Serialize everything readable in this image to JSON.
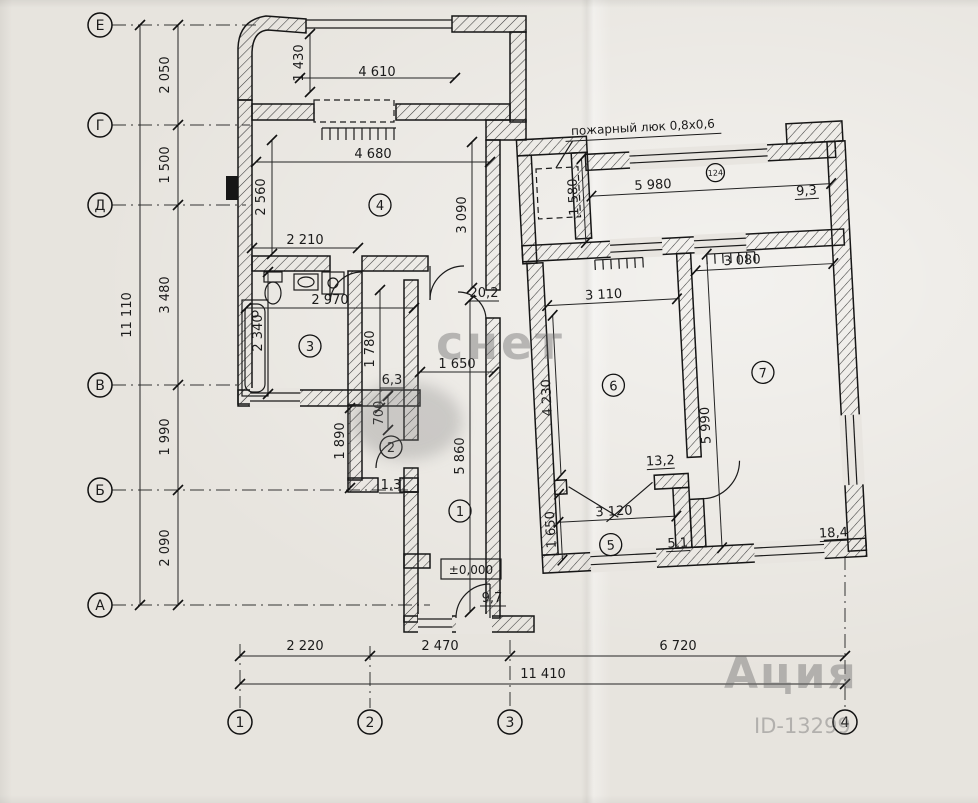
{
  "watermarks": {
    "center": "снет",
    "corner": "Ация",
    "id_text": "ID-13299"
  },
  "axes": {
    "rows": [
      "Е",
      "Г",
      "Д",
      "В",
      "Б",
      "А"
    ],
    "cols": [
      "1",
      "2",
      "3",
      "4"
    ]
  },
  "dims": {
    "left_overall": "11 110",
    "left_segs": [
      "2 050",
      "1 500",
      "3 480",
      "1 990",
      "2 090"
    ],
    "bottom_segs": [
      "2 220",
      "2 470",
      "6 720"
    ],
    "bottom_overall": "11 410"
  },
  "rooms": [
    "1",
    "2",
    "3",
    "4",
    "5",
    "6",
    "7"
  ],
  "plan": {
    "d4610": "4 610",
    "d1430": "1 430",
    "d4680": "4 680",
    "d2560": "2 560",
    "d3090": "3 090",
    "d2210": "2 210",
    "d2970": "2 970",
    "d2340": "2 340",
    "d1780": "1 780",
    "d1650a": "1 650",
    "d700": "700",
    "d5860": "5 860",
    "d1890": "1 890",
    "d3110": "3 110",
    "d4230": "4 230",
    "d3080": "3 080",
    "d5990": "5 990",
    "d3120": "3 120",
    "d1650b": "1 650",
    "d5980": "5 980",
    "d1580": "1 580",
    "a6_3": "6,3",
    "a20_2": "20,2",
    "a1_3": "1,3",
    "a9_7": "9,7",
    "a9_3": "9,3",
    "a13_2": "13,2",
    "a5_1": "5,1",
    "a18_4": "18,4",
    "level": "±0,000",
    "marker": "124",
    "fire_hatch": "пожарный люк 0,8х0,6"
  }
}
